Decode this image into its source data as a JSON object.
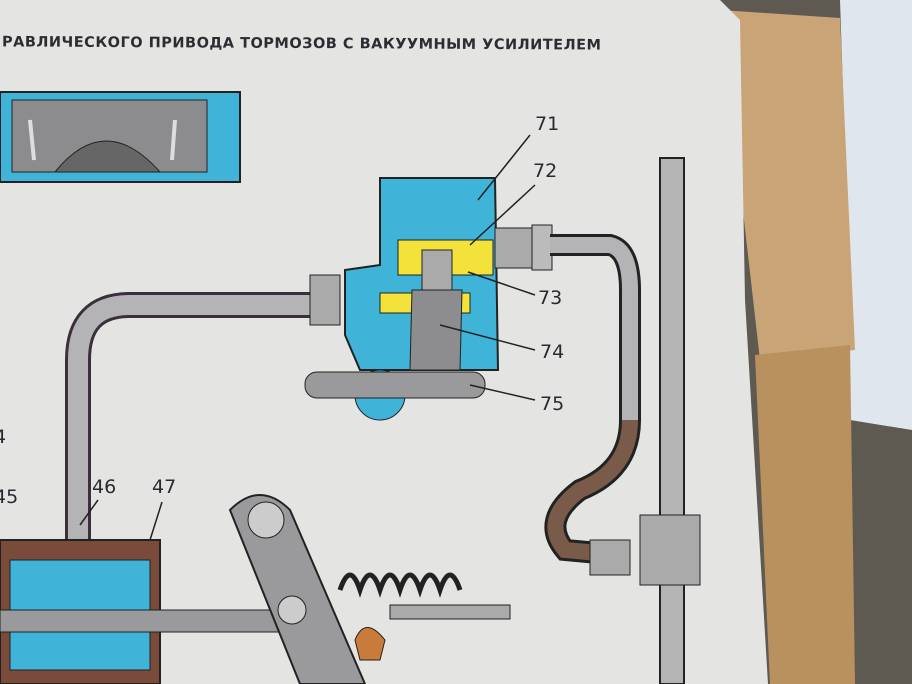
{
  "page": {
    "title": "РАВЛИЧЕСКОГО ПРИВОДА ТОРМОЗОВ С ВАКУУМНЫМ УСИЛИТЕЛЕМ"
  },
  "callouts": [
    "71",
    "72",
    "73",
    "74",
    "75",
    "4",
    "45",
    "46",
    "47"
  ],
  "colors": {
    "paper": "#e4e4e2",
    "cyan": "#3fb3d8",
    "yellow": "#f2e23a",
    "pipe": "#b4b4b6",
    "cardboard": "#c9a477",
    "snow": "#dfe6ee"
  }
}
